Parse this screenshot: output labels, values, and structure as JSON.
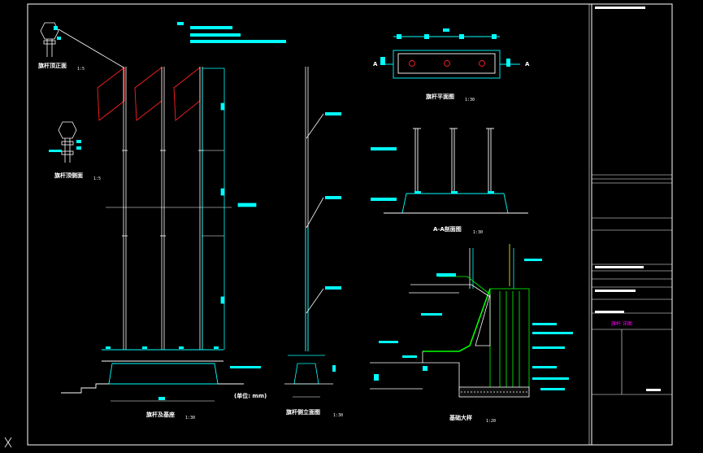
{
  "drawing": {
    "titles": {
      "top_front": "旗杆顶正面",
      "top_side": "旗杆顶侧面",
      "plan": "旗杆平面图",
      "section_aa": "A-A剖面图",
      "elevation": "旗杆及基座",
      "side_elevation": "旗杆侧立面图",
      "foundation": "基础大样",
      "unit_note": "(单位: mm)"
    },
    "scales": {
      "top_front": "1:5",
      "top_side": "1:5",
      "plan": "1:30",
      "section_aa": "1:30",
      "elevation": "1:30",
      "side_elevation": "1:30",
      "foundation": "1:20"
    },
    "section_marks": {
      "left": "A",
      "right": "A"
    },
    "title_block": {
      "drawing_name": "旗杆 详图"
    },
    "colors": {
      "line": "#ffffff",
      "dimension": "#00ffff",
      "hatch": "#00ff00",
      "flag": "#ff2020",
      "title_block_text": "#ff00ff"
    }
  }
}
